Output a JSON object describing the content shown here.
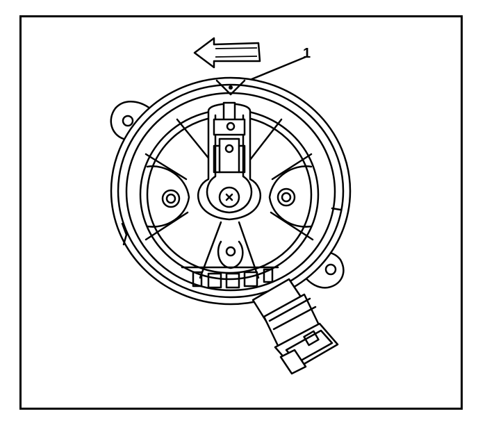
{
  "diagram": {
    "callout_label": "1",
    "colors": {
      "line": "#000000",
      "background": "#ffffff"
    },
    "parts": [
      "direction-arrow",
      "distributor-housing",
      "rotor-arm",
      "mounting-ear-left",
      "mounting-ear-right",
      "connector-plug"
    ]
  }
}
